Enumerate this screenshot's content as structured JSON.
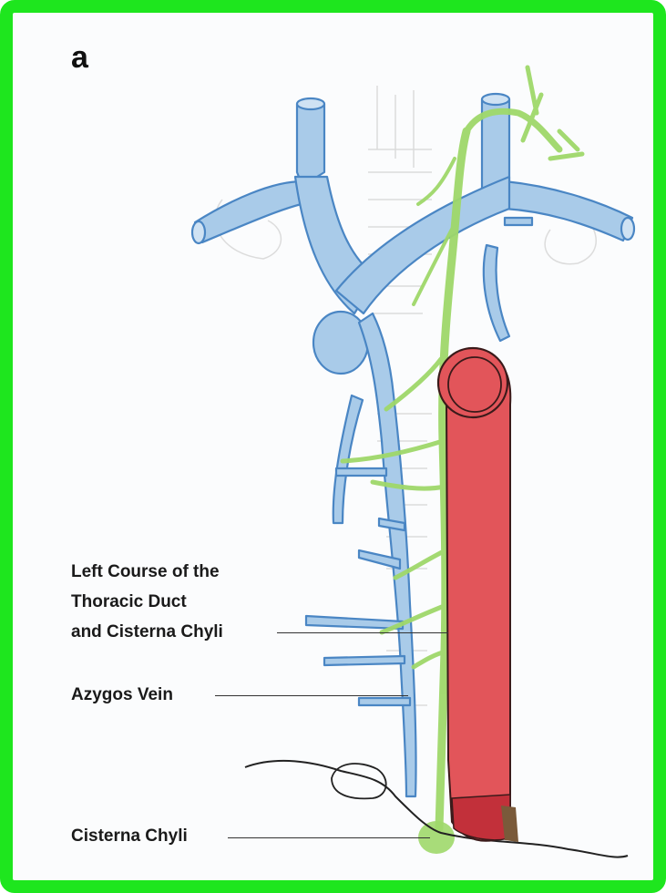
{
  "panel_label": "a",
  "labels": {
    "thoracic_duct_line1": "Left Course of the",
    "thoracic_duct_line2": "Thoracic Duct",
    "thoracic_duct_line3": "and Cisterna Chyli",
    "azygos_vein": "Azygos Vein",
    "cisterna_chyli": "Cisterna Chyli"
  },
  "colors": {
    "frame": "#1ee61e",
    "vein": "#a9cbe9",
    "vein_outline": "#4a86c4",
    "aorta": "#e2555a",
    "aorta_outline": "#3a1a1a",
    "thoracic_duct": "#9fd86a"
  }
}
